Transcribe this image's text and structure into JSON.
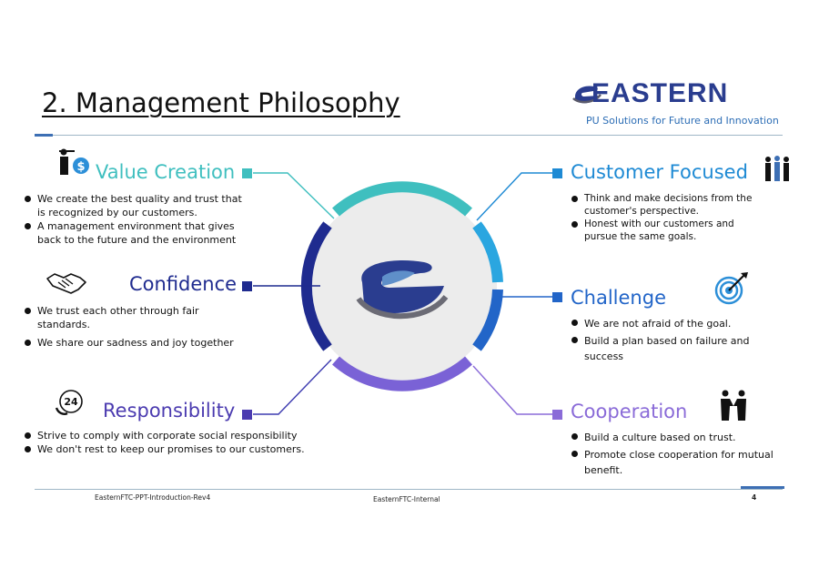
{
  "slide": {
    "title": "2. Management Philosophy",
    "logo_text": "EASTERN",
    "tagline": "PU Solutions for Future and Innovation"
  },
  "colors": {
    "teal": "#3fbfbf",
    "navy": "#1f2b8f",
    "violet": "#4b3bb0",
    "sky": "#1e8ad4",
    "blue": "#2265c8",
    "lavender": "#8a6bd8"
  },
  "sections": {
    "value_creation": {
      "heading": "Value Creation",
      "icon": "presenter-dollar-icon",
      "bullets": [
        "We create the best quality and trust that is recognized by our customers.",
        "A management environment that gives back to the future and the environment"
      ]
    },
    "confidence": {
      "heading": "Confidence",
      "icon": "handshake-icon",
      "bullets": [
        "We trust each other through fair standards.",
        "We share our sadness and joy together"
      ]
    },
    "responsibility": {
      "heading": "Responsibility",
      "icon": "24-hour-phone-icon",
      "bullets": [
        "Strive to comply with corporate social responsibility",
        "We don't rest to keep our promises to our customers."
      ]
    },
    "customer_focused": {
      "heading": "Customer Focused",
      "icon": "people-group-icon",
      "bullets": [
        "Think and make decisions from the customer's perspective.",
        "Honest with our customers and pursue the same goals."
      ]
    },
    "challenge": {
      "heading": "Challenge",
      "icon": "target-arrow-icon",
      "bullets": [
        "We are not afraid of the goal.",
        "Build a plan based on failure and success"
      ]
    },
    "cooperation": {
      "heading": "Cooperation",
      "icon": "two-people-icon",
      "bullets": [
        "Build a culture based on trust.",
        "Promote close cooperation for mutual benefit."
      ]
    }
  },
  "footer": {
    "doc_id": "EasternFTC-PPT-Introduction-Rev4",
    "classification": "EasternFTC-Internal",
    "page_number": "4"
  }
}
